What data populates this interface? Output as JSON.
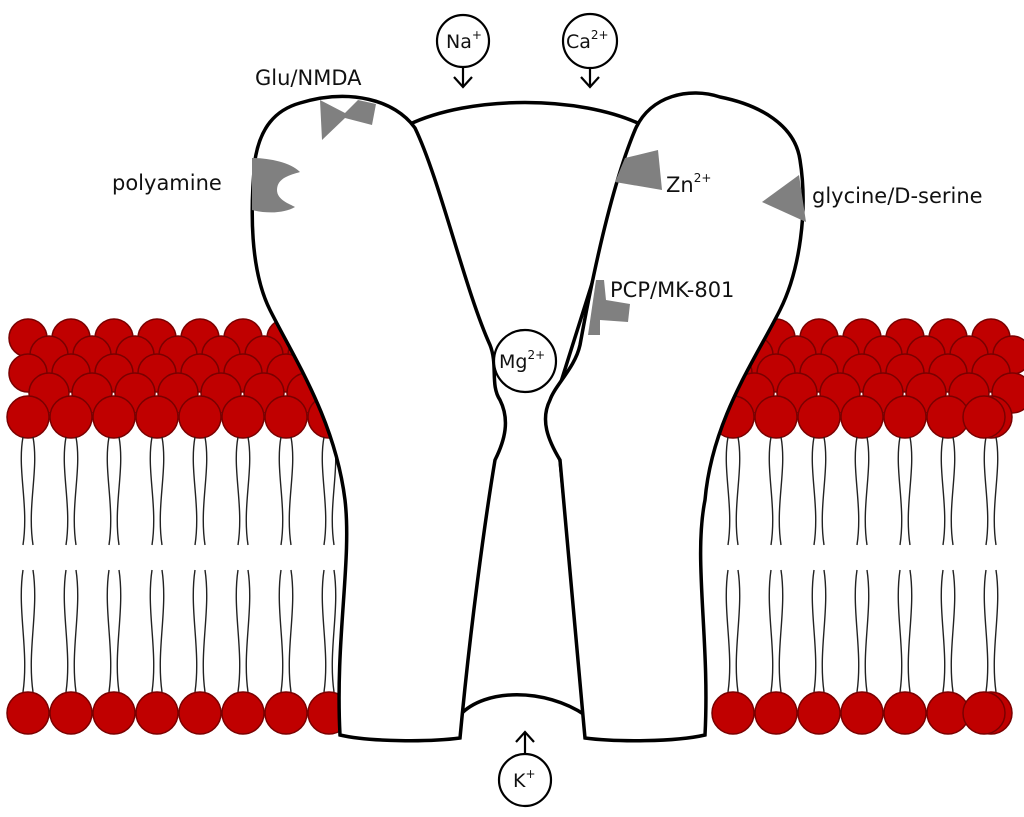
{
  "colors": {
    "lipid_head": "#c00000",
    "lipid_head_stroke": "#7a0000",
    "site": "#808080",
    "outline": "#000000",
    "background": "#ffffff"
  },
  "labels": {
    "glu_nmda": "Glu/NMDA",
    "polyamine": "polyamine",
    "zn": {
      "base": "Zn",
      "charge": "2+"
    },
    "glycine": "glycine/D-serine",
    "pcp": "PCP/MK-801",
    "mg": {
      "base": "Mg",
      "charge": "2+"
    }
  },
  "ions": {
    "na": {
      "base": "Na",
      "charge": "+"
    },
    "ca": {
      "base": "Ca",
      "charge": "2+"
    },
    "k": {
      "base": "K",
      "charge": "+"
    }
  }
}
